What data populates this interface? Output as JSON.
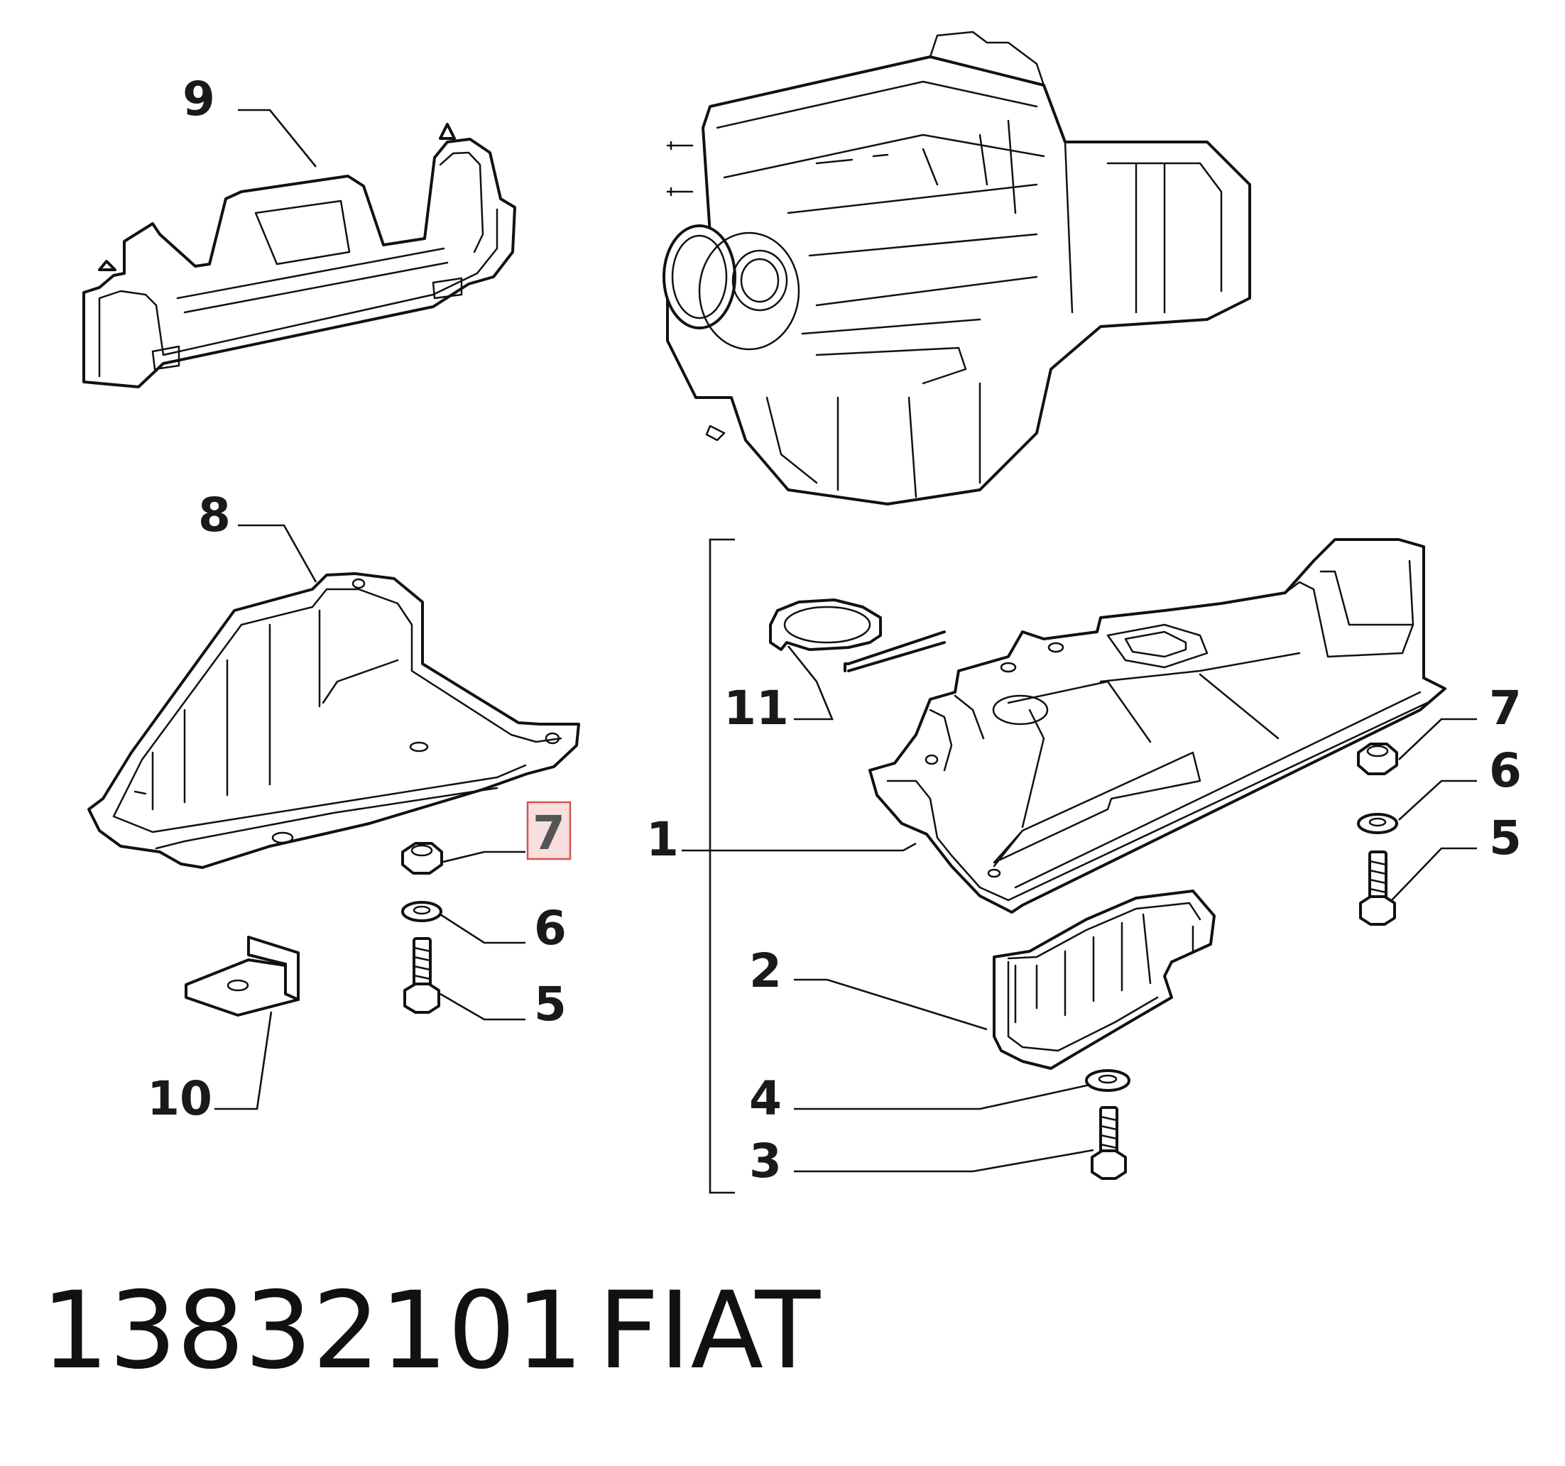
{
  "callouts": {
    "c1": "1",
    "c2": "2",
    "c3": "3",
    "c4": "4",
    "c5a": "5",
    "c5b": "5",
    "c6a": "6",
    "c6b": "6",
    "c7a": "7",
    "c7b": "7",
    "c8": "8",
    "c9": "9",
    "c10": "10",
    "c11": "11"
  },
  "highlight_color": "#d9534f",
  "footer": {
    "part_number": "13832101",
    "brand": "FIAT"
  }
}
